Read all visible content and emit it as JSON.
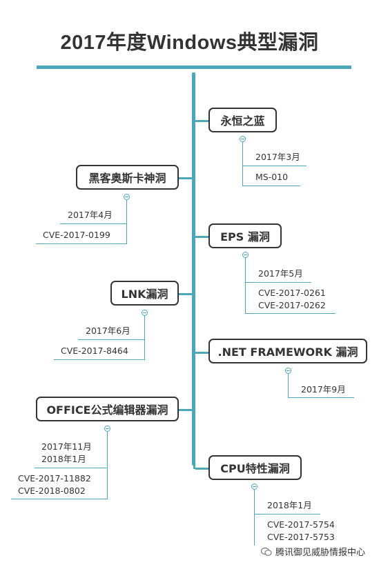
{
  "title": "2017年度Windows典型漏洞",
  "right": [
    {
      "label": "永恒之蓝",
      "leaves": [
        [
          "2017年3月"
        ],
        [
          "MS-010"
        ]
      ]
    },
    {
      "label": "EPS 漏洞",
      "leaves": [
        [
          "2017年5月"
        ],
        [
          "CVE-2017-0261",
          "CVE-2017-0262"
        ]
      ]
    },
    {
      "label": ".NET FRAMEWORK 漏洞",
      "leaves": [
        [
          "2017年9月"
        ]
      ]
    },
    {
      "label": "CPU特性漏洞",
      "leaves": [
        [
          "2018年1月"
        ],
        [
          "CVE-2017-5754",
          "CVE-2017-5753"
        ]
      ]
    }
  ],
  "left": [
    {
      "label": "黑客奥斯卡神洞",
      "leaves": [
        [
          "2017年4月"
        ],
        [
          "CVE-2017-0199"
        ]
      ]
    },
    {
      "label": "LNK漏洞",
      "leaves": [
        [
          "2017年6月"
        ],
        [
          "CVE-2017-8464"
        ]
      ]
    },
    {
      "label": "OFFICE公式编辑器漏洞",
      "leaves": [
        [
          "2017年11月",
          "2018年1月"
        ],
        [
          "CVE-2017-11882",
          "CVE-2018-0802"
        ]
      ]
    }
  ],
  "watermark": "腾讯御见威胁情报中心",
  "colors": {
    "line": "#4aa8ba",
    "text": "#333333"
  }
}
